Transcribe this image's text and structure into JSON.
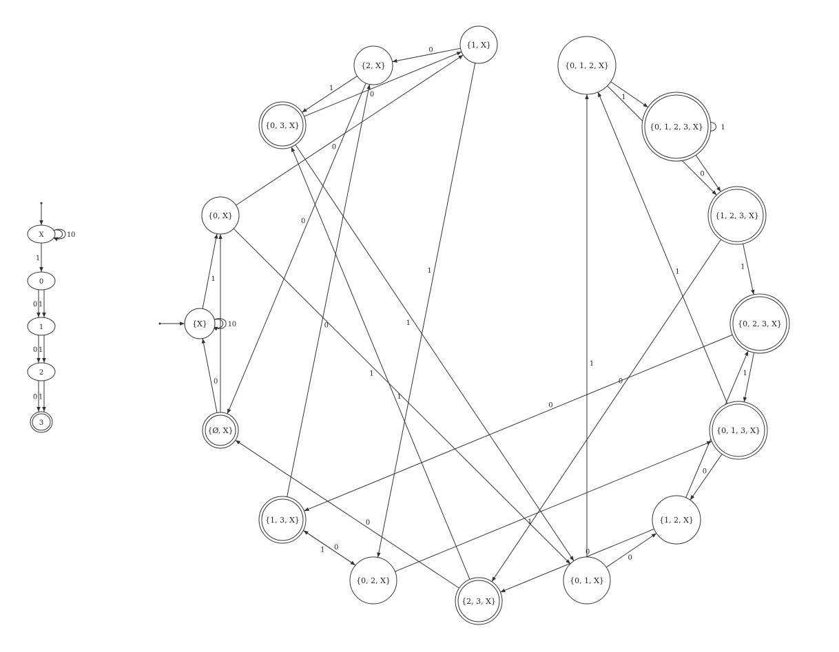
{
  "small_nfa": {
    "states": [
      "X",
      "0",
      "1",
      "2",
      "3"
    ],
    "accepting": [
      "3"
    ],
    "start": "X",
    "transitions": [
      {
        "from": "X",
        "to": "X",
        "label": "1"
      },
      {
        "from": "X",
        "to": "X",
        "label": "0"
      },
      {
        "from": "X",
        "to": "0",
        "label": "1"
      },
      {
        "from": "0",
        "to": "1",
        "label": "1"
      },
      {
        "from": "0",
        "to": "1",
        "label": "0"
      },
      {
        "from": "1",
        "to": "2",
        "label": "1"
      },
      {
        "from": "1",
        "to": "2",
        "label": "0"
      },
      {
        "from": "2",
        "to": "3",
        "label": "1"
      },
      {
        "from": "2",
        "to": "3",
        "label": "0"
      }
    ]
  },
  "dfa": {
    "start": "{X}",
    "states": [
      {
        "id": "s_x",
        "label": "{X}",
        "accepting": false
      },
      {
        "id": "s_0x",
        "label": "{0, X}",
        "accepting": false
      },
      {
        "id": "s_03x",
        "label": "{0, 3, X}",
        "accepting": true
      },
      {
        "id": "s_2x",
        "label": "{2, X}",
        "accepting": false
      },
      {
        "id": "s_1x",
        "label": "{1, X}",
        "accepting": false
      },
      {
        "id": "s_012x",
        "label": "{0, 1, 2, X}",
        "accepting": false
      },
      {
        "id": "s_0123x",
        "label": "{0, 1, 2, 3, X}",
        "accepting": true
      },
      {
        "id": "s_123x",
        "label": "{1, 2, 3, X}",
        "accepting": true
      },
      {
        "id": "s_023x",
        "label": "{0, 2, 3, X}",
        "accepting": true
      },
      {
        "id": "s_013x",
        "label": "{0, 1, 3, X}",
        "accepting": true
      },
      {
        "id": "s_12x",
        "label": "{1, 2, X}",
        "accepting": false
      },
      {
        "id": "s_01x",
        "label": "{0, 1, X}",
        "accepting": false
      },
      {
        "id": "s_23x",
        "label": "{2, 3, X}",
        "accepting": true
      },
      {
        "id": "s_02x",
        "label": "{0, 2, X}",
        "accepting": false
      },
      {
        "id": "s_13x",
        "label": "{1, 3, X}",
        "accepting": true
      },
      {
        "id": "s_empx",
        "label": "{Ø, X}",
        "accepting": true
      }
    ],
    "transitions": [
      {
        "from": "s_x",
        "to": "s_x",
        "label": "1"
      },
      {
        "from": "s_x",
        "to": "s_x",
        "label": "0"
      },
      {
        "from": "s_x",
        "to": "s_0x",
        "label": "1"
      },
      {
        "from": "s_empx",
        "to": "s_x",
        "label": "0"
      },
      {
        "from": "s_empx",
        "to": "s_0x",
        "label": ""
      },
      {
        "from": "s_0x",
        "to": "s_1x",
        "label": "0"
      },
      {
        "from": "s_0x",
        "to": "s_01x",
        "label": "1"
      },
      {
        "from": "s_1x",
        "to": "s_2x",
        "label": "0"
      },
      {
        "from": "s_1x",
        "to": "s_02x",
        "label": "1"
      },
      {
        "from": "s_2x",
        "to": "s_03x",
        "label": "1"
      },
      {
        "from": "s_2x",
        "to": "s_empx",
        "label": "0"
      },
      {
        "from": "s_03x",
        "to": "s_1x",
        "label": "0"
      },
      {
        "from": "s_03x",
        "to": "s_01x",
        "label": "1"
      },
      {
        "from": "s_13x",
        "to": "s_2x",
        "label": "0"
      },
      {
        "from": "s_13x",
        "to": "s_02x",
        "label": "1"
      },
      {
        "from": "s_02x",
        "to": "s_13x",
        "label": "0"
      },
      {
        "from": "s_02x",
        "to": "s_013x",
        "label": "1"
      },
      {
        "from": "s_23x",
        "to": "s_empx",
        "label": "0"
      },
      {
        "from": "s_23x",
        "to": "s_03x",
        "label": "1"
      },
      {
        "from": "s_01x",
        "to": "s_012x",
        "label": "1"
      },
      {
        "from": "s_01x",
        "to": "s_12x",
        "label": "0"
      },
      {
        "from": "s_12x",
        "to": "s_23x",
        "label": "0"
      },
      {
        "from": "s_12x",
        "to": "s_023x",
        "label": "1"
      },
      {
        "from": "s_012x",
        "to": "s_0123x",
        "label": "1"
      },
      {
        "from": "s_012x",
        "to": "s_123x",
        "label": "0"
      },
      {
        "from": "s_0123x",
        "to": "s_0123x",
        "label": "1"
      },
      {
        "from": "s_0123x",
        "to": "s_123x",
        "label": "0"
      },
      {
        "from": "s_123x",
        "to": "s_023x",
        "label": "1"
      },
      {
        "from": "s_123x",
        "to": "s_23x",
        "label": "0"
      },
      {
        "from": "s_023x",
        "to": "s_013x",
        "label": "1"
      },
      {
        "from": "s_023x",
        "to": "s_13x",
        "label": "0"
      },
      {
        "from": "s_013x",
        "to": "s_012x",
        "label": "1"
      },
      {
        "from": "s_013x",
        "to": "s_12x",
        "label": "0"
      }
    ]
  }
}
